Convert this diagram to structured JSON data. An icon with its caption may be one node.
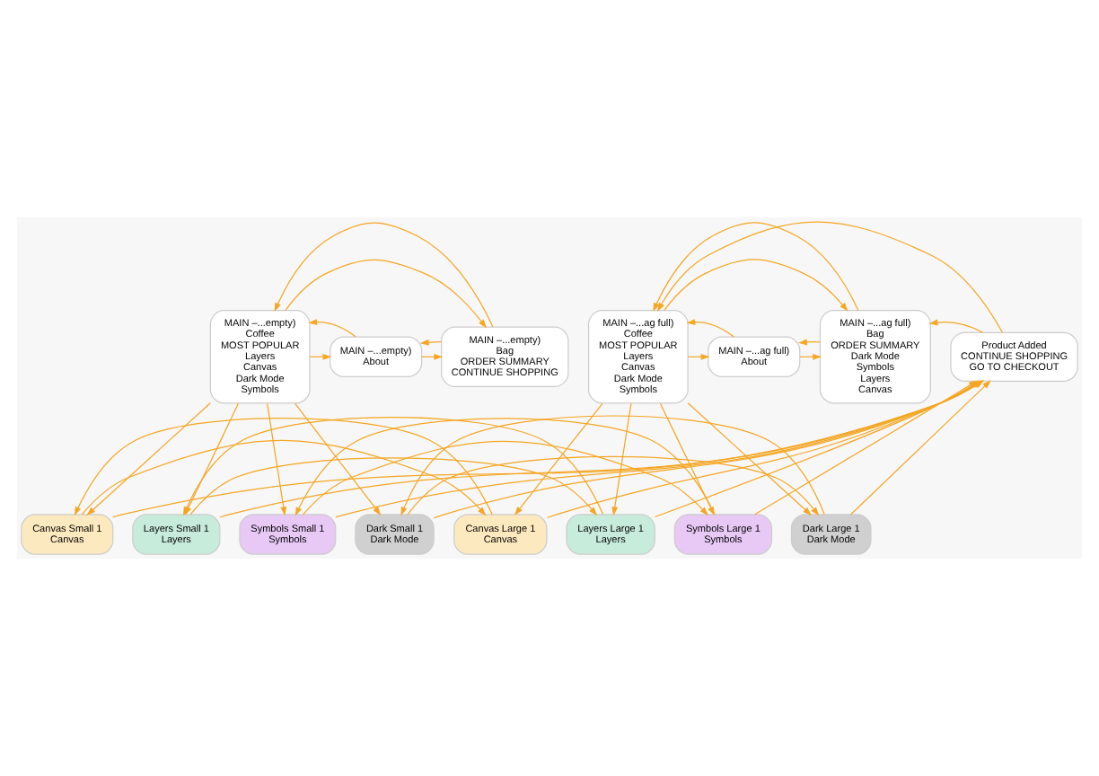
{
  "diagram": {
    "nodes": [
      {
        "text": [
          "MAIN –...empty)",
          "Coffee",
          "MOST POPULAR",
          "Layers",
          "Canvas",
          "Dark Mode",
          "Symbols"
        ]
      },
      {
        "text": [
          "MAIN –...empty)",
          "About"
        ]
      },
      {
        "text": [
          "MAIN –...empty)",
          "Bag",
          "ORDER SUMMARY",
          "CONTINUE SHOPPING"
        ]
      },
      {
        "text": [
          "MAIN –...ag full)",
          "Coffee",
          "MOST POPULAR",
          "Layers",
          "Canvas",
          "Dark Mode",
          "Symbols"
        ]
      },
      {
        "text": [
          "MAIN –...ag full)",
          "About"
        ]
      },
      {
        "text": [
          "MAIN –...ag full)",
          "Bag",
          "ORDER SUMMARY",
          "Dark Mode",
          "Symbols",
          "Layers",
          "Canvas"
        ]
      },
      {
        "text": [
          "Product Added",
          "CONTINUE SHOPPING",
          "GO TO CHECKOUT"
        ]
      },
      {
        "text": [
          "Canvas Small 1",
          "Canvas"
        ]
      },
      {
        "text": [
          "Layers Small 1",
          "Layers"
        ]
      },
      {
        "text": [
          "Symbols Small 1",
          "Symbols"
        ]
      },
      {
        "text": [
          "Dark Small 1",
          "Dark Mode"
        ]
      },
      {
        "text": [
          "Canvas Large 1",
          "Canvas"
        ]
      },
      {
        "text": [
          "Layers Large 1",
          "Layers"
        ]
      },
      {
        "text": [
          "Symbols Large 1",
          "Symbols"
        ]
      },
      {
        "text": [
          "Dark Large 1",
          "Dark Mode"
        ]
      }
    ],
    "edges": [
      {
        "from": 0,
        "to": 1,
        "arrow": "to"
      },
      {
        "from": 0,
        "to": 2,
        "arrow": "to"
      },
      {
        "from": 1,
        "to": 0,
        "arrow": "to"
      },
      {
        "from": 1,
        "to": 2,
        "arrow": "to"
      },
      {
        "from": 2,
        "to": 0,
        "arrow": "to"
      },
      {
        "from": 2,
        "to": 1,
        "arrow": "to"
      },
      {
        "from": 3,
        "to": 4,
        "arrow": "to"
      },
      {
        "from": 3,
        "to": 5,
        "arrow": "to"
      },
      {
        "from": 4,
        "to": 3,
        "arrow": "to"
      },
      {
        "from": 4,
        "to": 5,
        "arrow": "to"
      },
      {
        "from": 5,
        "to": 3,
        "arrow": "to"
      },
      {
        "from": 5,
        "to": 4,
        "arrow": "to"
      },
      {
        "from": 6,
        "to": 3,
        "arrow": "to"
      },
      {
        "from": 6,
        "to": 5,
        "arrow": "to"
      },
      {
        "from": 0,
        "to": 7,
        "arrow": "to"
      },
      {
        "from": 0,
        "to": 8,
        "arrow": "to"
      },
      {
        "from": 0,
        "to": 9,
        "arrow": "to"
      },
      {
        "from": 0,
        "to": 10,
        "arrow": "to"
      },
      {
        "from": 3,
        "to": 11,
        "arrow": "to"
      },
      {
        "from": 3,
        "to": 12,
        "arrow": "to"
      },
      {
        "from": 3,
        "to": 13,
        "arrow": "to"
      },
      {
        "from": 3,
        "to": 14,
        "arrow": "to"
      },
      {
        "from": 7,
        "to": 11,
        "arrow": "to"
      },
      {
        "from": 11,
        "to": 7,
        "arrow": "to"
      },
      {
        "from": 8,
        "to": 12,
        "arrow": "to"
      },
      {
        "from": 12,
        "to": 8,
        "arrow": "to"
      },
      {
        "from": 9,
        "to": 13,
        "arrow": "to"
      },
      {
        "from": 13,
        "to": 9,
        "arrow": "to"
      },
      {
        "from": 10,
        "to": 14,
        "arrow": "to"
      },
      {
        "from": 14,
        "to": 10,
        "arrow": "to"
      },
      {
        "from": 7,
        "to": 6,
        "arrow": "to"
      },
      {
        "from": 8,
        "to": 6,
        "arrow": "to"
      },
      {
        "from": 9,
        "to": 6,
        "arrow": "to"
      },
      {
        "from": 10,
        "to": 6,
        "arrow": "to"
      },
      {
        "from": 11,
        "to": 6,
        "arrow": "to"
      },
      {
        "from": 12,
        "to": 6,
        "arrow": "to"
      },
      {
        "from": 13,
        "to": 6,
        "arrow": "to"
      },
      {
        "from": 14,
        "to": 6,
        "arrow": "to"
      }
    ]
  }
}
